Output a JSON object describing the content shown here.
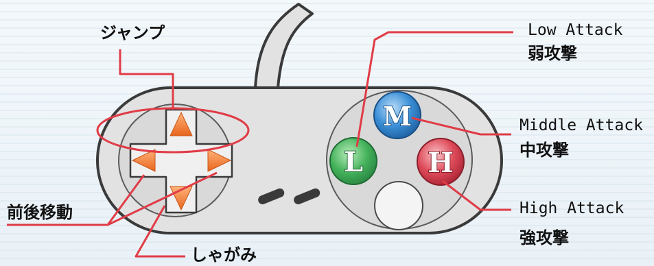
{
  "dpad": {
    "up_label": "ジャンプ",
    "horizontal_label": "前後移動",
    "down_label": "しゃがみ"
  },
  "buttons": {
    "low": {
      "letter": "L",
      "label_en": "Low Attack",
      "label_jp": "弱攻撃",
      "color": "#3aa85a"
    },
    "middle": {
      "letter": "M",
      "label_en": "Middle Attack",
      "label_jp": "中攻撃",
      "color": "#2f7fc8"
    },
    "high": {
      "letter": "H",
      "label_en": "High Attack",
      "label_jp": "強攻撃",
      "color": "#d23b4b"
    }
  },
  "colors": {
    "callout_line": "#e03c47",
    "arrow": "#f07c2c",
    "controller_body": "#e2e2e2",
    "controller_outline": "#3a3a3a"
  }
}
